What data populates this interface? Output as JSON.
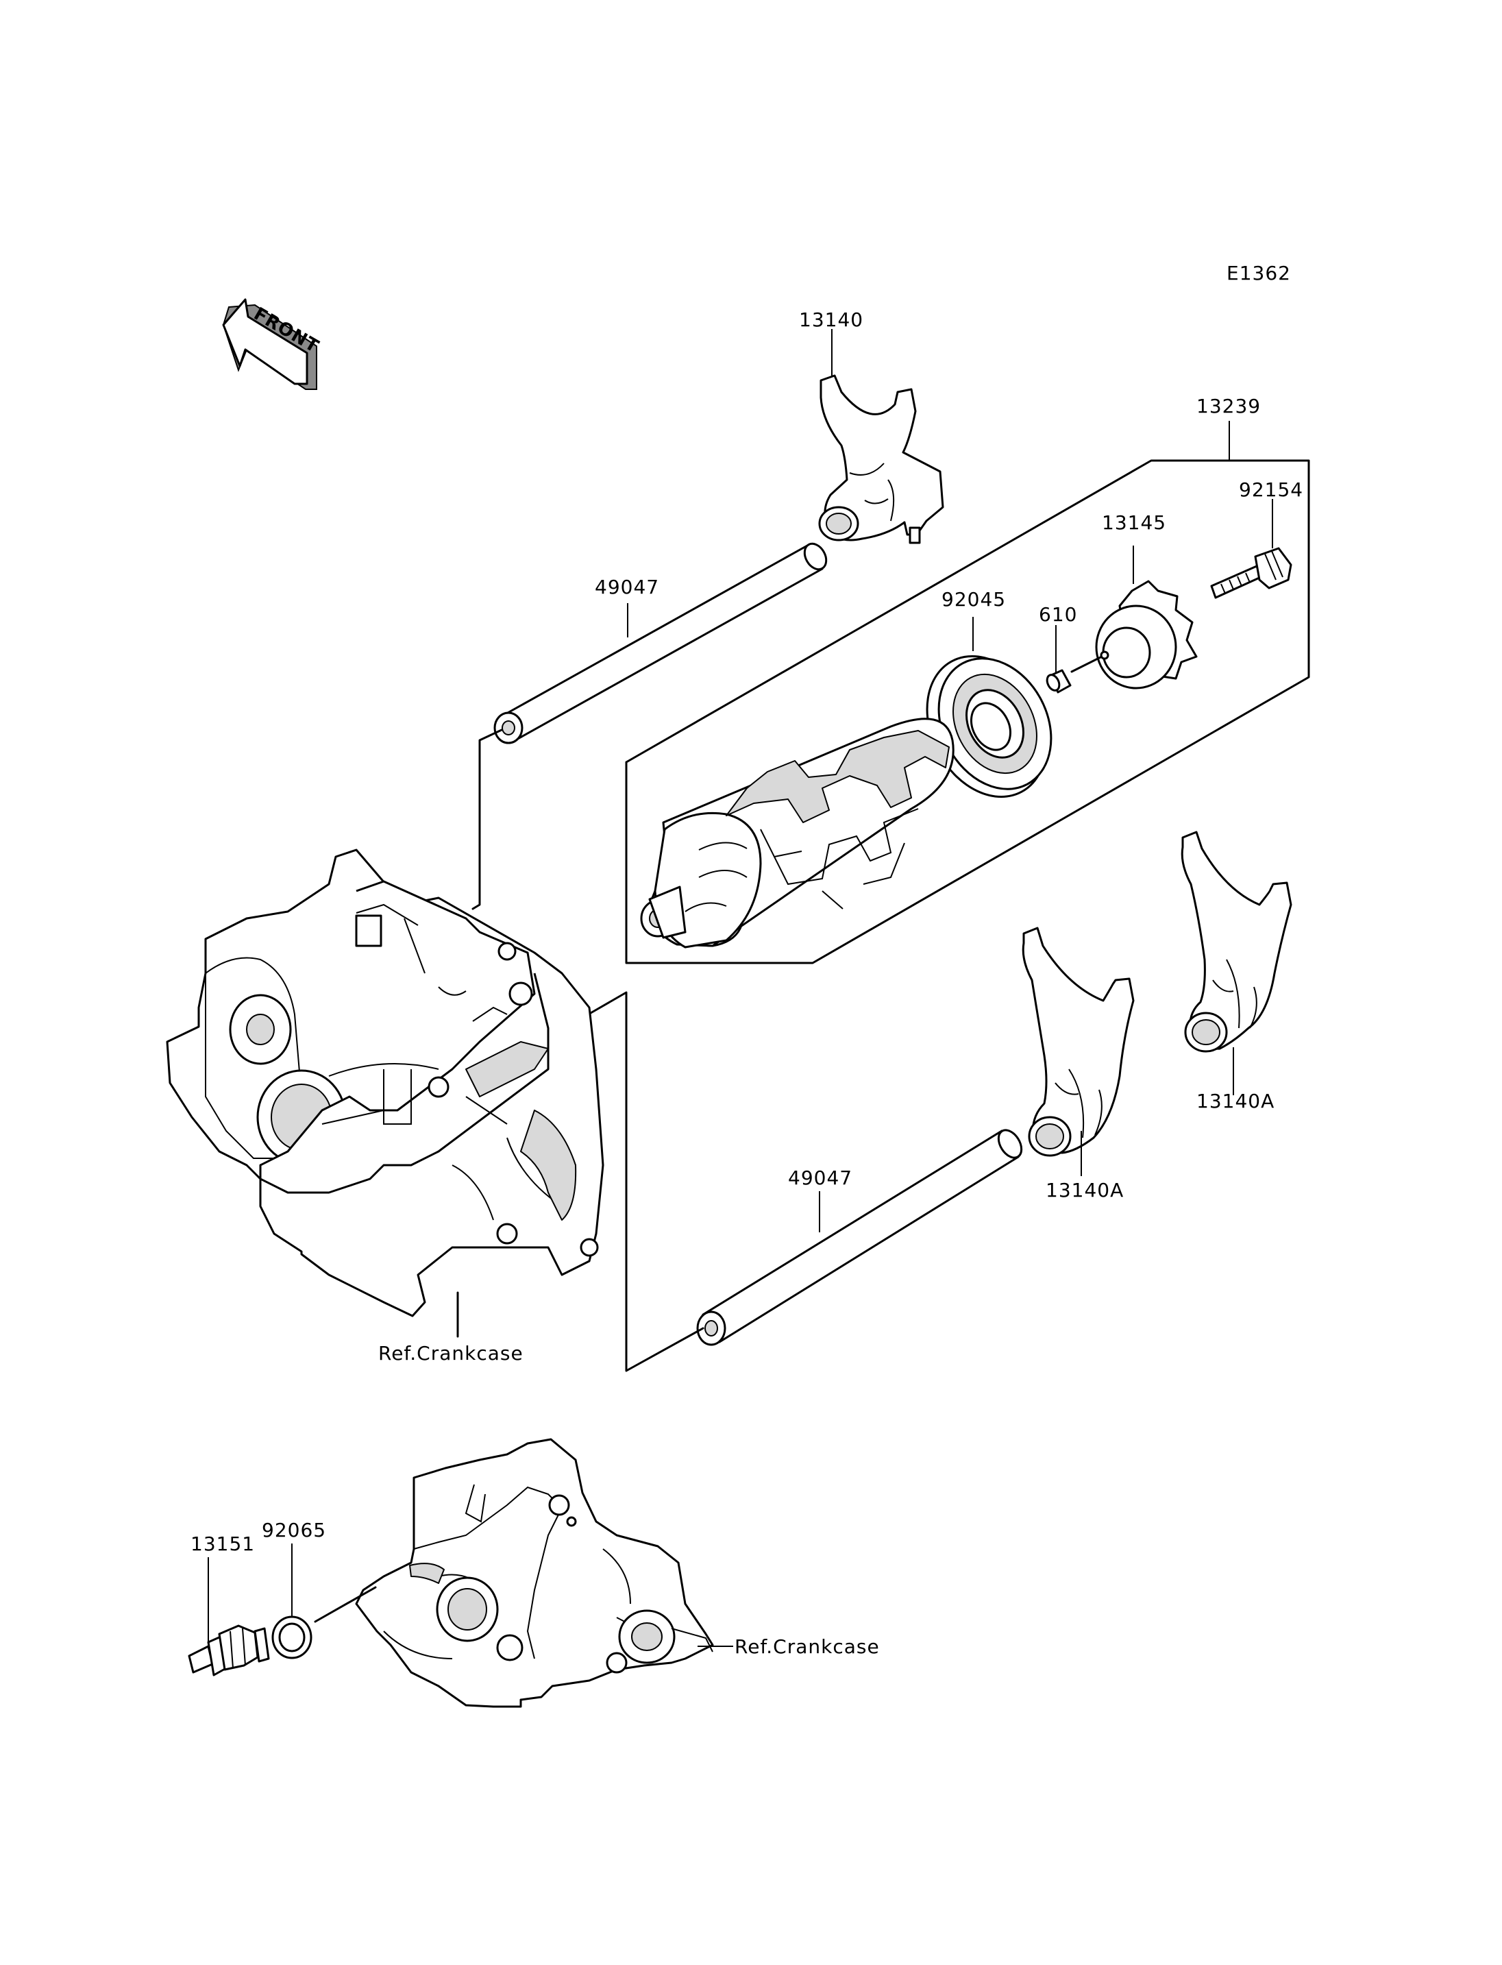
{
  "diagram_code": "E1362",
  "front_arrow_label": "FRONT",
  "part_labels": {
    "fork_top": "13140",
    "drum_assembly": "13239",
    "bolt": "92154",
    "shift_cam": "13145",
    "bearing": "92045",
    "pin": "610",
    "shaft_upper": "49047",
    "shaft_lower": "49047",
    "fork_a_right": "13140A",
    "fork_a_middle": "13140A",
    "washer": "92065",
    "neutral_switch": "13151"
  },
  "ref_labels": {
    "crankcase_upper": "Ref.Crankcase",
    "crankcase_lower": "Ref.Crankcase"
  }
}
